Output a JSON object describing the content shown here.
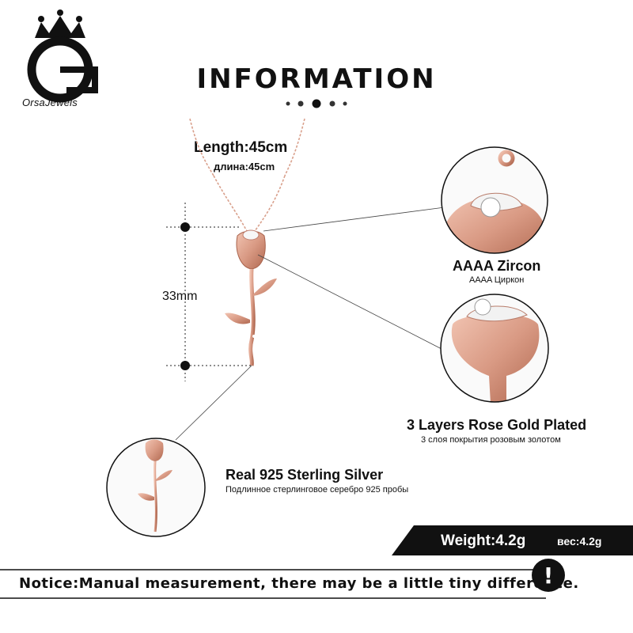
{
  "brand": {
    "name": "OrsaJewels",
    "logo_letter": "O"
  },
  "header": {
    "title": "INFORMATION"
  },
  "specs": {
    "length_en": "Length:45cm",
    "length_ru": "длина:45cm",
    "pendant_height": "33mm"
  },
  "details": {
    "zircon": {
      "title": "AAAA Zircon",
      "subtitle": "AAAA Циркон"
    },
    "plating": {
      "title": "3 Layers Rose Gold Plated",
      "subtitle": "3 слоя покрытия розовым золотом"
    },
    "material": {
      "title": "Real 925  Sterling  Silver",
      "subtitle": "Подлинное стерлинговое серебро 925 пробы"
    }
  },
  "weight": {
    "en": "Weight:4.2g",
    "ru": "вес:4.2g"
  },
  "notice": {
    "text": "Notice:Manual measurement, there may be a little tiny difference.",
    "icon_glyph": "!"
  },
  "colors": {
    "rose_gold": "#d99a84",
    "rose_gold_dark": "#b86f58",
    "ink": "#111111"
  },
  "icons": [
    "crown-icon",
    "alert-icon",
    "rose-pendant-icon"
  ]
}
